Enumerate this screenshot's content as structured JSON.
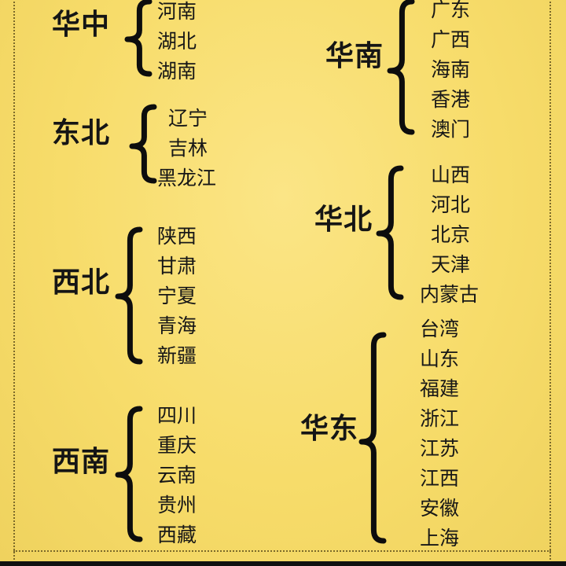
{
  "diagram": {
    "groups": [
      {
        "id": "huazhong",
        "region": "华中",
        "provinces": [
          "河南",
          "湖北",
          "湖南"
        ]
      },
      {
        "id": "dongbei",
        "region": "东北",
        "provinces": [
          "辽宁",
          "吉林",
          "黑龙江"
        ]
      },
      {
        "id": "xibei",
        "region": "西北",
        "provinces": [
          "陕西",
          "甘肃",
          "宁夏",
          "青海",
          "新疆"
        ]
      },
      {
        "id": "xinan",
        "region": "西南",
        "provinces": [
          "四川",
          "重庆",
          "云南",
          "贵州",
          "西藏"
        ]
      },
      {
        "id": "huanan",
        "region": "华南",
        "provinces": [
          "广东",
          "广西",
          "海南",
          "香港",
          "澳门"
        ]
      },
      {
        "id": "huabei",
        "region": "华北",
        "provinces": [
          "山西",
          "河北",
          "北京",
          "天津",
          "内蒙古"
        ]
      },
      {
        "id": "huadong",
        "region": "华东",
        "provinces": [
          "台湾",
          "山东",
          "福建",
          "浙江",
          "江苏",
          "江西",
          "安徽",
          "上海"
        ]
      }
    ]
  },
  "colors": {
    "background": "#f7dc6a",
    "text": "#151515",
    "brace": "#0d0d0d",
    "frame": "#7c6a2a"
  }
}
